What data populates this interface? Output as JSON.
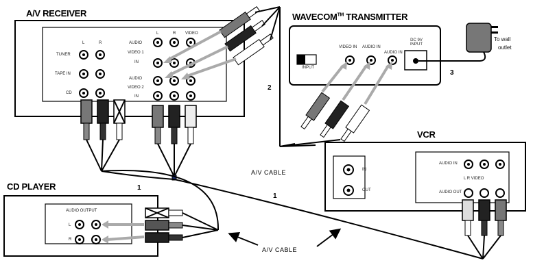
{
  "receiver": {
    "title": "A/V RECEIVER",
    "col_left": "L",
    "col_right": "R",
    "col2_left": "L",
    "col2_mid": "R",
    "col2_right": "VIDEO",
    "row1": "TUNER",
    "row2": "TAPE IN",
    "row3": "CD",
    "grp1_top": "AUDIO",
    "grp1_mid": "VIDEO 1",
    "grp1_bot": "IN",
    "grp2_top": "AUDIO",
    "grp2_mid": "VIDEO 2",
    "grp2_bot": "IN"
  },
  "transmitter": {
    "title": "WAVECOM",
    "tm": "TM",
    "title_suffix": " TRANSMITTER",
    "switch_label": "INPUT",
    "jack1": "VIDEO IN",
    "jack2": "AUDIO IN",
    "jack3": "AUDIO IN",
    "dc_label": "DC 9V INPUT"
  },
  "wall": {
    "line1": "To wall",
    "line2": "outlet"
  },
  "vcr": {
    "title": "VCR",
    "in_label": "IN",
    "out_label": "OUT",
    "av_in": "AUDIO IN",
    "av_out": "AUDIO OUT",
    "header": "L   R   VIDEO"
  },
  "cd": {
    "title": "CD PLAYER",
    "header": "AUDIO OUTPUT",
    "l": "L",
    "r": "R"
  },
  "labels": {
    "n1a": "1",
    "n1b": "1",
    "n2": "2",
    "n3": "3",
    "av_cable_1": "A/V CABLE",
    "av_cable_2": "A/V CABLE"
  }
}
